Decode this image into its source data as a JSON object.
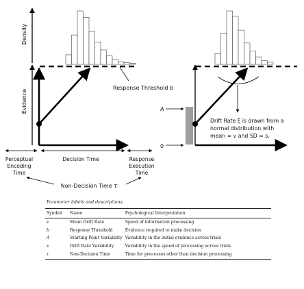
{
  "left_panel": {
    "y_label_density": "Density",
    "y_label_evidence": "Evidence",
    "threshold_label": "Response Threshold",
    "threshold_symbol": "b",
    "segment_perceptual": "Perceptual Encoding Time",
    "segment_perceptual_line1": "Perceptual",
    "segment_perceptual_line2": "Encoding",
    "segment_perceptual_line3": "Time",
    "segment_decision": "Decision Time",
    "segment_response_line1": "Response",
    "segment_response_line2": "Execution",
    "segment_response_line3": "Time",
    "nondecision_label": "Non-Decision Time",
    "nondecision_symbol": "τ",
    "histogram_relative_heights": [
      0.18,
      0.55,
      1.0,
      0.88,
      0.62,
      0.42,
      0.27,
      0.16,
      0.09,
      0.05,
      0.03,
      0.02
    ]
  },
  "right_panel": {
    "start_tick_label": "A",
    "zero_tick_label": "0",
    "drift_line1": "Drift Rate ξ is drawn from a",
    "drift_line2": "normal distribution with",
    "drift_line3_prefix": "mean = ",
    "drift_line3_v": "v",
    "drift_line3_mid": " and SD = ",
    "drift_line3_s": "s",
    "drift_line3_suffix": ".",
    "histogram_relative_heights": [
      0.2,
      0.58,
      1.0,
      0.9,
      0.64,
      0.4,
      0.25,
      0.14,
      0.07,
      0.04
    ]
  },
  "table": {
    "caption": "Parameter labels and descriptions.",
    "headers": {
      "symbol": "Symbol",
      "name": "Name",
      "interpretation": "Psychological Interpretation"
    },
    "rows": [
      {
        "symbol": "v",
        "name": "Mean Drift Rate",
        "interpretation": "Speed of information processing"
      },
      {
        "symbol": "b",
        "name": "Response Threshold",
        "interpretation": "Evidence required to make decision"
      },
      {
        "symbol": "A",
        "name": "Starting Point Variability",
        "interpretation": "Variability in the initial evidence across trials"
      },
      {
        "symbol": "s",
        "name": "Drift Rate Variability",
        "interpretation": "Variability in the speed of processing across trials"
      },
      {
        "symbol": "τ",
        "name": "Non-Decision Time",
        "interpretation": "Time for processes other than decision processing"
      }
    ]
  }
}
